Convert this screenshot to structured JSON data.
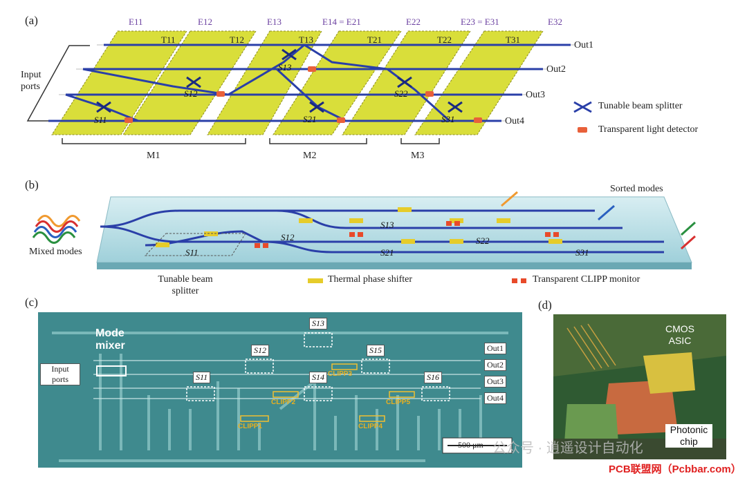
{
  "panel_a": {
    "label": "(a)",
    "e_labels": [
      "E11",
      "E12",
      "E13",
      "E14 = E21",
      "E22",
      "E23 = E31",
      "E32"
    ],
    "t_labels": [
      "T11",
      "T12",
      "T13",
      "T21",
      "T22",
      "T31"
    ],
    "s_labels": [
      "S11",
      "S12",
      "S13",
      "S21",
      "S22",
      "S31"
    ],
    "outputs": [
      "Out1",
      "Out2",
      "Out3",
      "Out4"
    ],
    "input_label": "Input ports",
    "m_labels": [
      "M1",
      "M2",
      "M3"
    ],
    "legend": {
      "splitter": "Tunable beam splitter",
      "detector": "Transparent light detector"
    }
  },
  "panel_b": {
    "label": "(b)",
    "mixed_modes": "Mixed modes",
    "sorted_modes": "Sorted modes",
    "s_labels": [
      "S11",
      "S12",
      "S13",
      "S21",
      "S22",
      "S31"
    ],
    "legend": {
      "splitter": "Tunable beam splitter",
      "heater": "Thermal phase shifter",
      "monitor": "Transparent CLIPP monitor"
    }
  },
  "panel_c": {
    "label": "(c)",
    "mode_mixer": "Mode mixer",
    "input_label": "Input ports",
    "s_labels": [
      "S11",
      "S12",
      "S13",
      "S14",
      "S15",
      "S16"
    ],
    "clipps": [
      "CLIPP1",
      "CLIPP2",
      "CLIPP3",
      "CLIPP4",
      "CLIPP5"
    ],
    "outputs": [
      "Out1",
      "Out2",
      "Out3",
      "Out4"
    ],
    "scale": "500 μm"
  },
  "panel_d": {
    "label": "(d)",
    "cmos": "CMOS ASIC",
    "photonic": "Photonic chip"
  },
  "watermark": "公众号 · 逍遥设计自动化",
  "footer": "PCB联盟网（Pcbbar.com）",
  "colors": {
    "waveguide": "#2a3fa8",
    "pad": "#d9de3a",
    "detector": "#e8603a",
    "chip_bg": "#3f8a8e"
  }
}
